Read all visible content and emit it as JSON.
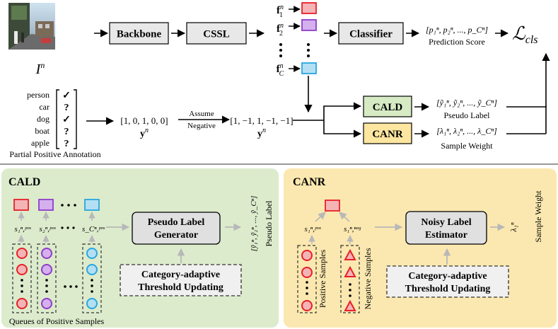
{
  "top": {
    "image_label": "I",
    "image_label_sup": "n",
    "backbone_label": "Backbone",
    "cssl_label": "CSSL",
    "classifier_label": "Classifier",
    "feat_1": "f",
    "feat_1_sup": "n",
    "feat_1_sub": "1",
    "feat_2": "f",
    "feat_2_sup": "n",
    "feat_2_sub": "2",
    "feat_c": "f",
    "feat_c_sup": "n",
    "feat_c_sub": "C",
    "prediction_vector": "[p₁ⁿ, p₂ⁿ, ..., p_Cⁿ]",
    "prediction_caption": "Prediction Score",
    "loss_label": "ℒ",
    "loss_sub": "cls",
    "partial_classes": [
      "person",
      "car",
      "dog",
      "boat",
      "apple"
    ],
    "partial_marks": [
      "✓",
      "?",
      "✓",
      "?",
      "?"
    ],
    "partial_caption": "Partial Positive Annotation",
    "y_vector": "[1, 0, 1, 0, 0]",
    "y_symbol": "y",
    "y_sup": "n",
    "assume_line1": "Assume",
    "assume_line2": "Negative",
    "y_neg_vector": "[1, −1, 1, −1, −1]",
    "cald_label": "CALD",
    "canr_label": "CANR",
    "pseudo_vector": "[ỹ₁ⁿ, ỹ₂ⁿ, ..., ỹ_Cⁿ]",
    "pseudo_caption": "Pseudo Label",
    "weight_vector": "[λ₁ⁿ, λ₂ⁿ, ..., λ_Cⁿ]",
    "weight_caption": "Sample Weight"
  },
  "cald_panel": {
    "title": "CALD",
    "s1": "s₁ⁿ,ᵖᵒˢ",
    "s2": "s₂ⁿ,ᵖᵒˢ",
    "sc": "s_Cⁿ,ᵖᵒˢ",
    "generator_line1": "Pseudo Label",
    "generator_line2": "Generator",
    "output_vector": "[ỹ₁ⁿ, ỹ₂ⁿ, ..., ỹ_Cⁿ]",
    "output_caption": "Pseudo Label",
    "threshold_line1": "Category-adaptive",
    "threshold_line2": "Threshold Updating",
    "queue_caption": "Queues of Positive Samples"
  },
  "canr_panel": {
    "title": "CANR",
    "s_pos": "s₁ⁿ,ᵖᵒˢ",
    "s_neg": "s₁ⁿ,ⁿᵉᵍ",
    "estimator_line1": "Noisy Label",
    "estimator_line2": "Estimator",
    "output_symbol": "λ₁ⁿ",
    "output_caption": "Sample Weight",
    "threshold_line1": "Category-adaptive",
    "threshold_line2": "Threshold Updating",
    "pos_caption": "Positive Samples",
    "neg_caption": "Negative Samples"
  },
  "colors": {
    "red": "#e8202a",
    "red_fill": "#f4b4b6",
    "purple": "#8e3ec8",
    "purple_fill": "#d5b0ee",
    "blue": "#2aa6e0",
    "blue_fill": "#b4dff3",
    "cald_bg": "#dcebcc",
    "canr_bg": "#fbe8b0",
    "cald_box": "#d6ebc4",
    "canr_box": "#fde6a0",
    "module_box": "#e8e8e8",
    "arrow_gray": "#b8b8b8"
  }
}
